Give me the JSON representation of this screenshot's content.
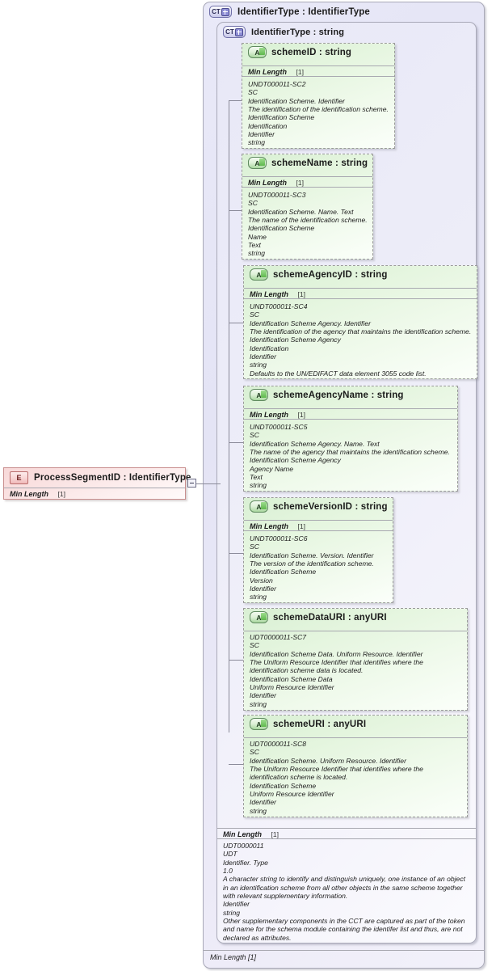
{
  "diagram": {
    "title": "IdentifierType XSD attribute diagram",
    "colors": {
      "complex_type_fill": "#e9e9f8",
      "attribute_fill": "#e4f5de",
      "element_fill": "#fae3e3",
      "border": "#a9a9b8",
      "wire": "#8a8a99"
    }
  },
  "element": {
    "icon": "element-icon",
    "icon_label": "E",
    "name": "ProcessSegmentID : IdentifierType",
    "facet": {
      "label": "Min Length",
      "value": "[1]"
    }
  },
  "outer_type": {
    "icon": "complex-type-expand-icon",
    "icon_label": "CT",
    "name": "IdentifierType : IdentifierType",
    "facet": {
      "label": "Min Length",
      "value": "[1]"
    }
  },
  "inner_type": {
    "icon": "complex-type-expand-icon",
    "icon_label": "CT",
    "name": "IdentifierType : string",
    "facet": {
      "label": "Min Length",
      "value": "[1]"
    },
    "documentation": [
      "UDT0000011",
      "UDT",
      "Identifier. Type",
      "1.0",
      "A character string to identify and distinguish uniquely, one instance of an object in an identification scheme from all other objects in the same scheme together with relevant supplementary information.",
      "Identifier",
      "string",
      "Other supplementary components in the CCT are captured as part of the token and name for the schema module containing the identifer list and thus, are not declared as attributes."
    ]
  },
  "attributes": [
    {
      "icon": "attribute-icon",
      "icon_label": "A",
      "name": "schemeID : string",
      "facet": {
        "label": "Min Length",
        "value": "[1]"
      },
      "documentation": [
        "UNDT000011-SC2",
        "SC",
        "Identification Scheme. Identifier",
        "The identification of the identification scheme.",
        "Identification Scheme",
        "Identification",
        "Identifier",
        "string"
      ]
    },
    {
      "icon": "attribute-icon",
      "icon_label": "A",
      "name": "schemeName : string",
      "facet": {
        "label": "Min Length",
        "value": "[1]"
      },
      "documentation": [
        "UNDT000011-SC3",
        "SC",
        "Identification Scheme. Name. Text",
        "The name of the identification scheme.",
        "Identification Scheme",
        "Name",
        "Text",
        "string"
      ]
    },
    {
      "icon": "attribute-icon",
      "icon_label": "A",
      "name": "schemeAgencyID : string",
      "facet": {
        "label": "Min Length",
        "value": "[1]"
      },
      "documentation": [
        "UNDT000011-SC4",
        "SC",
        "Identification Scheme Agency. Identifier",
        "The identification of the agency that maintains the identification scheme.",
        "Identification Scheme Agency",
        "Identification",
        "Identifier",
        "string",
        "Defaults to the UN/EDIFACT data element 3055 code list."
      ]
    },
    {
      "icon": "attribute-icon",
      "icon_label": "A",
      "name": "schemeAgencyName : string",
      "facet": {
        "label": "Min Length",
        "value": "[1]"
      },
      "documentation": [
        "UNDT000011-SC5",
        "SC",
        "Identification Scheme Agency. Name. Text",
        "The name of the agency that maintains the identification scheme.",
        "Identification Scheme Agency",
        "Agency Name",
        "Text",
        "string"
      ]
    },
    {
      "icon": "attribute-icon",
      "icon_label": "A",
      "name": "schemeVersionID : string",
      "facet": {
        "label": "Min Length",
        "value": "[1]"
      },
      "documentation": [
        "UNDT000011-SC6",
        "SC",
        "Identification Scheme. Version. Identifier",
        "The version of the identification scheme.",
        "Identification Scheme",
        "Version",
        "Identifier",
        "string"
      ]
    },
    {
      "icon": "attribute-icon",
      "icon_label": "A",
      "name": "schemeDataURI : anyURI",
      "facet": null,
      "documentation": [
        "UDT0000011-SC7",
        "SC",
        "Identification Scheme Data. Uniform Resource. Identifier",
        "The Uniform Resource Identifier that identifies where the identification scheme data is located.",
        "Identification Scheme Data",
        "Uniform Resource Identifier",
        "Identifier",
        "string"
      ]
    },
    {
      "icon": "attribute-icon",
      "icon_label": "A",
      "name": "schemeURI : anyURI",
      "facet": null,
      "documentation": [
        "UDT0000011-SC8",
        "SC",
        "Identification Scheme. Uniform Resource. Identifier",
        "The Uniform Resource Identifier that identifies where the identification scheme is located.",
        "Identification Scheme",
        "Uniform Resource Identifier",
        "Identifier",
        "string"
      ]
    }
  ]
}
